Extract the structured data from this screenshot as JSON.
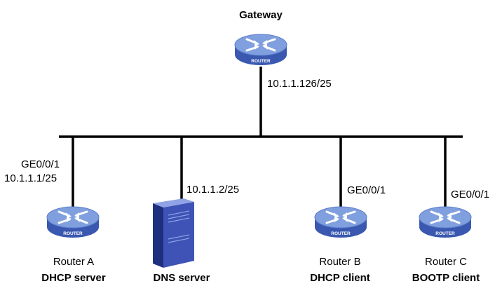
{
  "gateway": {
    "title": "Gateway",
    "ip": "10.1.1.126/25",
    "badge": "ROUTER"
  },
  "router_a": {
    "iface": "GE0/0/1",
    "ip": "10.1.1.1/25",
    "name": "Router A",
    "role": "DHCP server",
    "badge": "ROUTER"
  },
  "dns": {
    "ip": "10.1.1.2/25",
    "role": "DNS server"
  },
  "router_b": {
    "iface": "GE0/0/1",
    "name": "Router B",
    "role": "DHCP client",
    "badge": "ROUTER"
  },
  "router_c": {
    "iface": "GE0/0/1",
    "name": "Router C",
    "role": "BOOTP client",
    "badge": "ROUTER"
  },
  "colors": {
    "router_top": "#7f9fde",
    "router_side": "#3a58b0",
    "router_arrow": "#ffffff",
    "server_front": "#3e53b5",
    "server_side": "#1f2f80",
    "server_top": "#8fa3e6",
    "link": "#000000"
  }
}
